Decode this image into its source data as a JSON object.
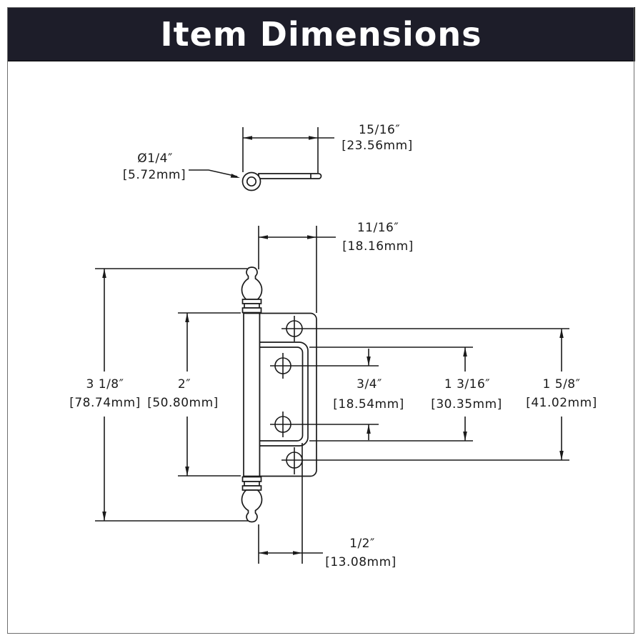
{
  "header": {
    "title": "Item Dimensions",
    "bg_color": "#1d1d29",
    "text_color": "#ffffff"
  },
  "drawing": {
    "line_color": "#1a1a1a",
    "dims": {
      "pin": {
        "inch": "Ø1/4″",
        "mm": "[5.72mm]"
      },
      "side_width": {
        "inch": "15/16″",
        "mm": "[23.56mm]"
      },
      "leaf_width": {
        "inch": "11/16″",
        "mm": "[18.16mm]"
      },
      "overall": {
        "inch": "3 1/8″",
        "mm": "[78.74mm]"
      },
      "plate": {
        "inch": "2″",
        "mm": "[50.80mm]"
      },
      "hole_gap": {
        "inch": "3/4″",
        "mm": "[18.54mm]"
      },
      "cup": {
        "inch": "1 3/16″",
        "mm": "[30.35mm]"
      },
      "outer_holes": {
        "inch": "1 5/8″",
        "mm": "[41.02mm]"
      },
      "offset": {
        "inch": "1/2″",
        "mm": "[13.08mm]"
      }
    }
  }
}
